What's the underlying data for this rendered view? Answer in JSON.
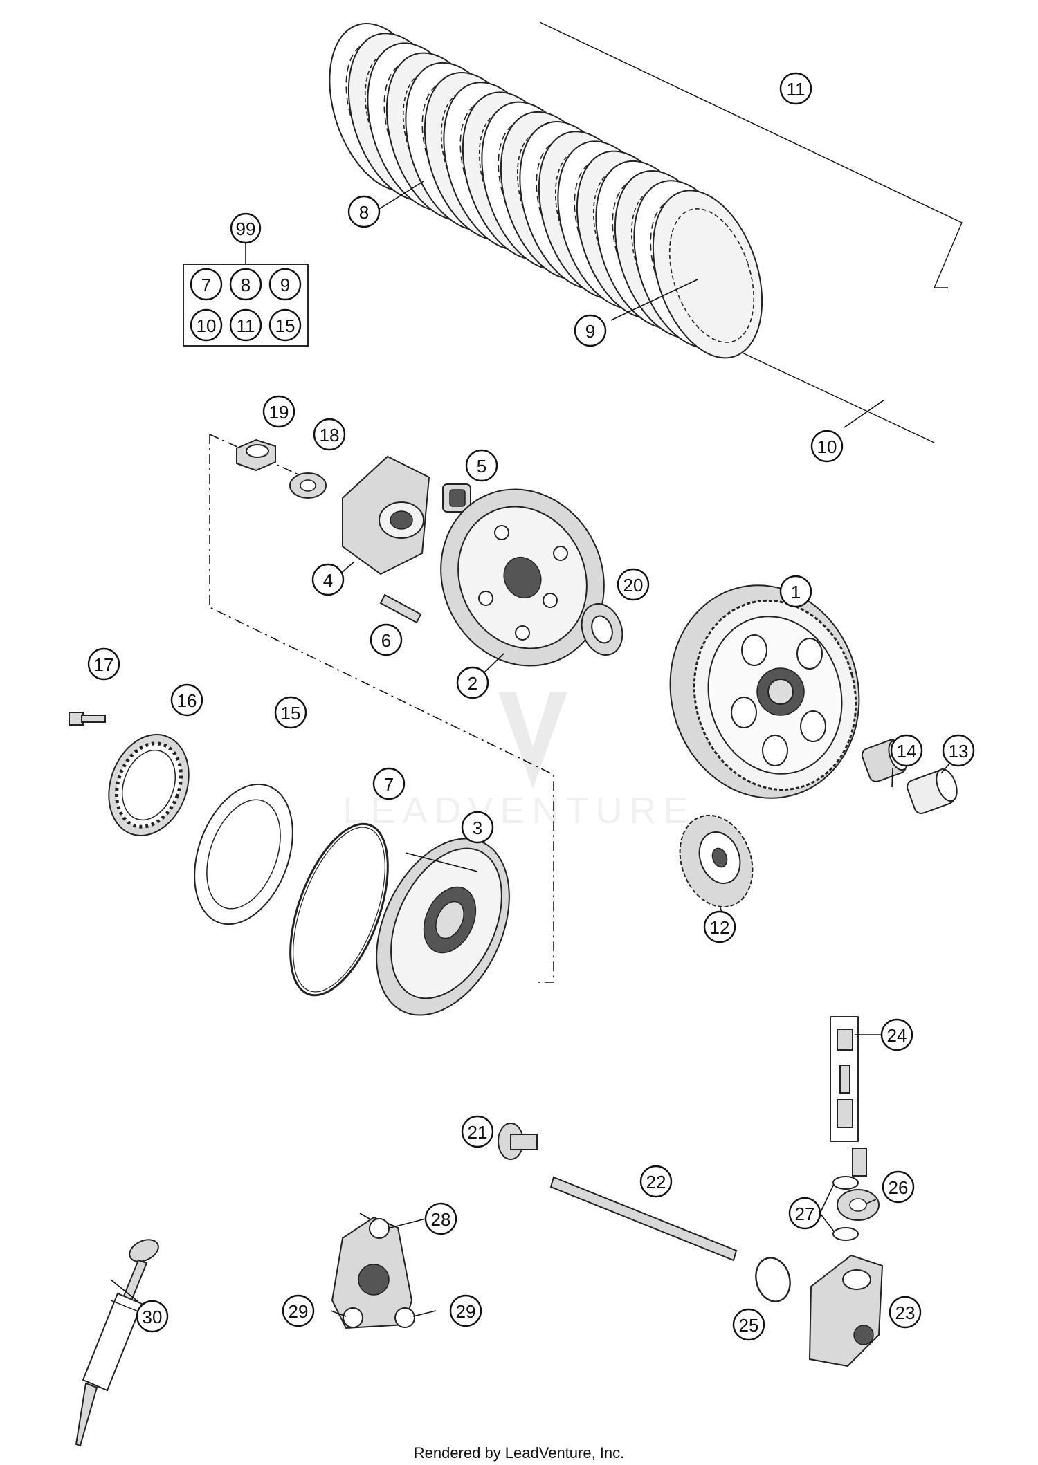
{
  "footer": {
    "rendered_by": "Rendered by LeadVenture, Inc."
  },
  "watermark": {
    "brand": "LEADVENTURE"
  },
  "kit": {
    "label": "99",
    "items": [
      "7",
      "8",
      "9",
      "10",
      "11",
      "15"
    ]
  },
  "callouts": {
    "c1": "1",
    "c2": "2",
    "c3": "3",
    "c4": "4",
    "c5": "5",
    "c6": "6",
    "c7": "7",
    "c8": "8",
    "c9": "9",
    "c10": "10",
    "c11": "11",
    "c12": "12",
    "c13": "13",
    "c14": "14",
    "c15": "15",
    "c16": "16",
    "c17": "17",
    "c18": "18",
    "c19": "19",
    "c20": "20",
    "c21": "21",
    "c22": "22",
    "c23": "23",
    "c24": "24",
    "c25": "25",
    "c26": "26",
    "c27": "27",
    "c28": "28",
    "c29a": "29",
    "c29b": "29",
    "c30": "30"
  }
}
